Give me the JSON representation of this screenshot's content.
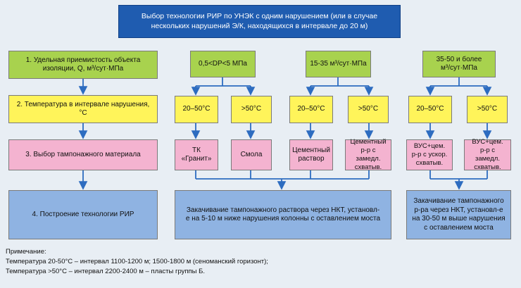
{
  "title": "Выбор технологии РИР по УНЭК с одним нарушением (или в случае нескольких нарушений Э/К, находящихся в интервале до 20 м)",
  "rows": {
    "row1_label": "1. Удельная приемистость объекта изоляции, Q, м³/сут·МПа",
    "row2_label": "2. Температура в интервале нарушения, °С",
    "row3_label": "3. Выбор тампонажного материала",
    "row4_label": "4. Построение технологии РИР"
  },
  "ranges": {
    "r1": "0,5<DP<5 МПа",
    "r2": "15-35 м³/сут·МПа",
    "r3": "35-50 и более\nм³/сут·МПа"
  },
  "temps": {
    "t1": "20–50°С",
    "t2": ">50°С",
    "t3": "20–50°С",
    "t4": ">50°С",
    "t5": "20–50°С",
    "t6": ">50°С"
  },
  "materials": {
    "m1": "ТК\n«Гранит»",
    "m2": "Смола",
    "m3": "Цементный\nраствор",
    "m4": "Цементный\nр-р с замедл.\nсхватыв.",
    "m5": "ВУС+цем.\nр-р с ускор.\nсхватыв.",
    "m6": "ВУС+цем.\nр-р с замедл.\nсхватыв."
  },
  "tech": {
    "tech1": "Закачивание тампонажного раствора через НКТ, установл-е на 5-10 м ниже нарушения колонны с оставлением моста",
    "tech2": "Закачивание тампонажного р-ра через НКТ, установл-е на 30-50 м выше нарушения с оставлением моста"
  },
  "notes": {
    "heading": "Примечание:",
    "line1": "Температура 20-50°С – интервал 1100-1200 м; 1500-1800 м (сеноманский горизонт);",
    "line2": "Температура >50°С – интервал 2200-2400 м – пласты группы Б."
  },
  "colors": {
    "title": "#1f5cb0",
    "green": "#a8d24e",
    "yellow": "#fff45a",
    "pink": "#f4b3d0",
    "blue": "#8fb3e2",
    "arrow": "#2d6cc0"
  }
}
